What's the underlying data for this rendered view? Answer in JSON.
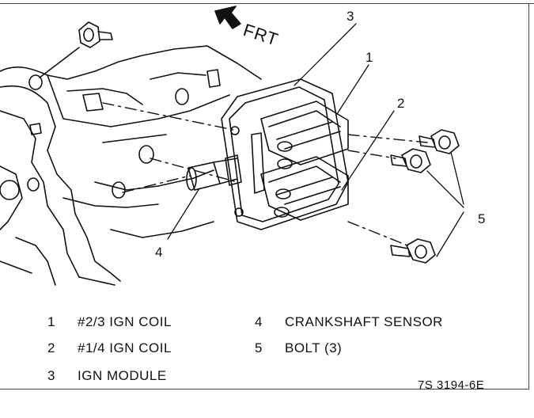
{
  "direction_label": "FRT",
  "callouts": [
    "1",
    "2",
    "3",
    "4",
    "5"
  ],
  "legend": [
    {
      "num": "1",
      "text": "#2/3 IGN COIL"
    },
    {
      "num": "2",
      "text": "#1/4 IGN COIL"
    },
    {
      "num": "3",
      "text": "IGN MODULE"
    },
    {
      "num": "4",
      "text": "CRANKSHAFT SENSOR"
    },
    {
      "num": "5",
      "text": "BOLT (3)"
    }
  ],
  "figure_id": "7S 3194-6E"
}
